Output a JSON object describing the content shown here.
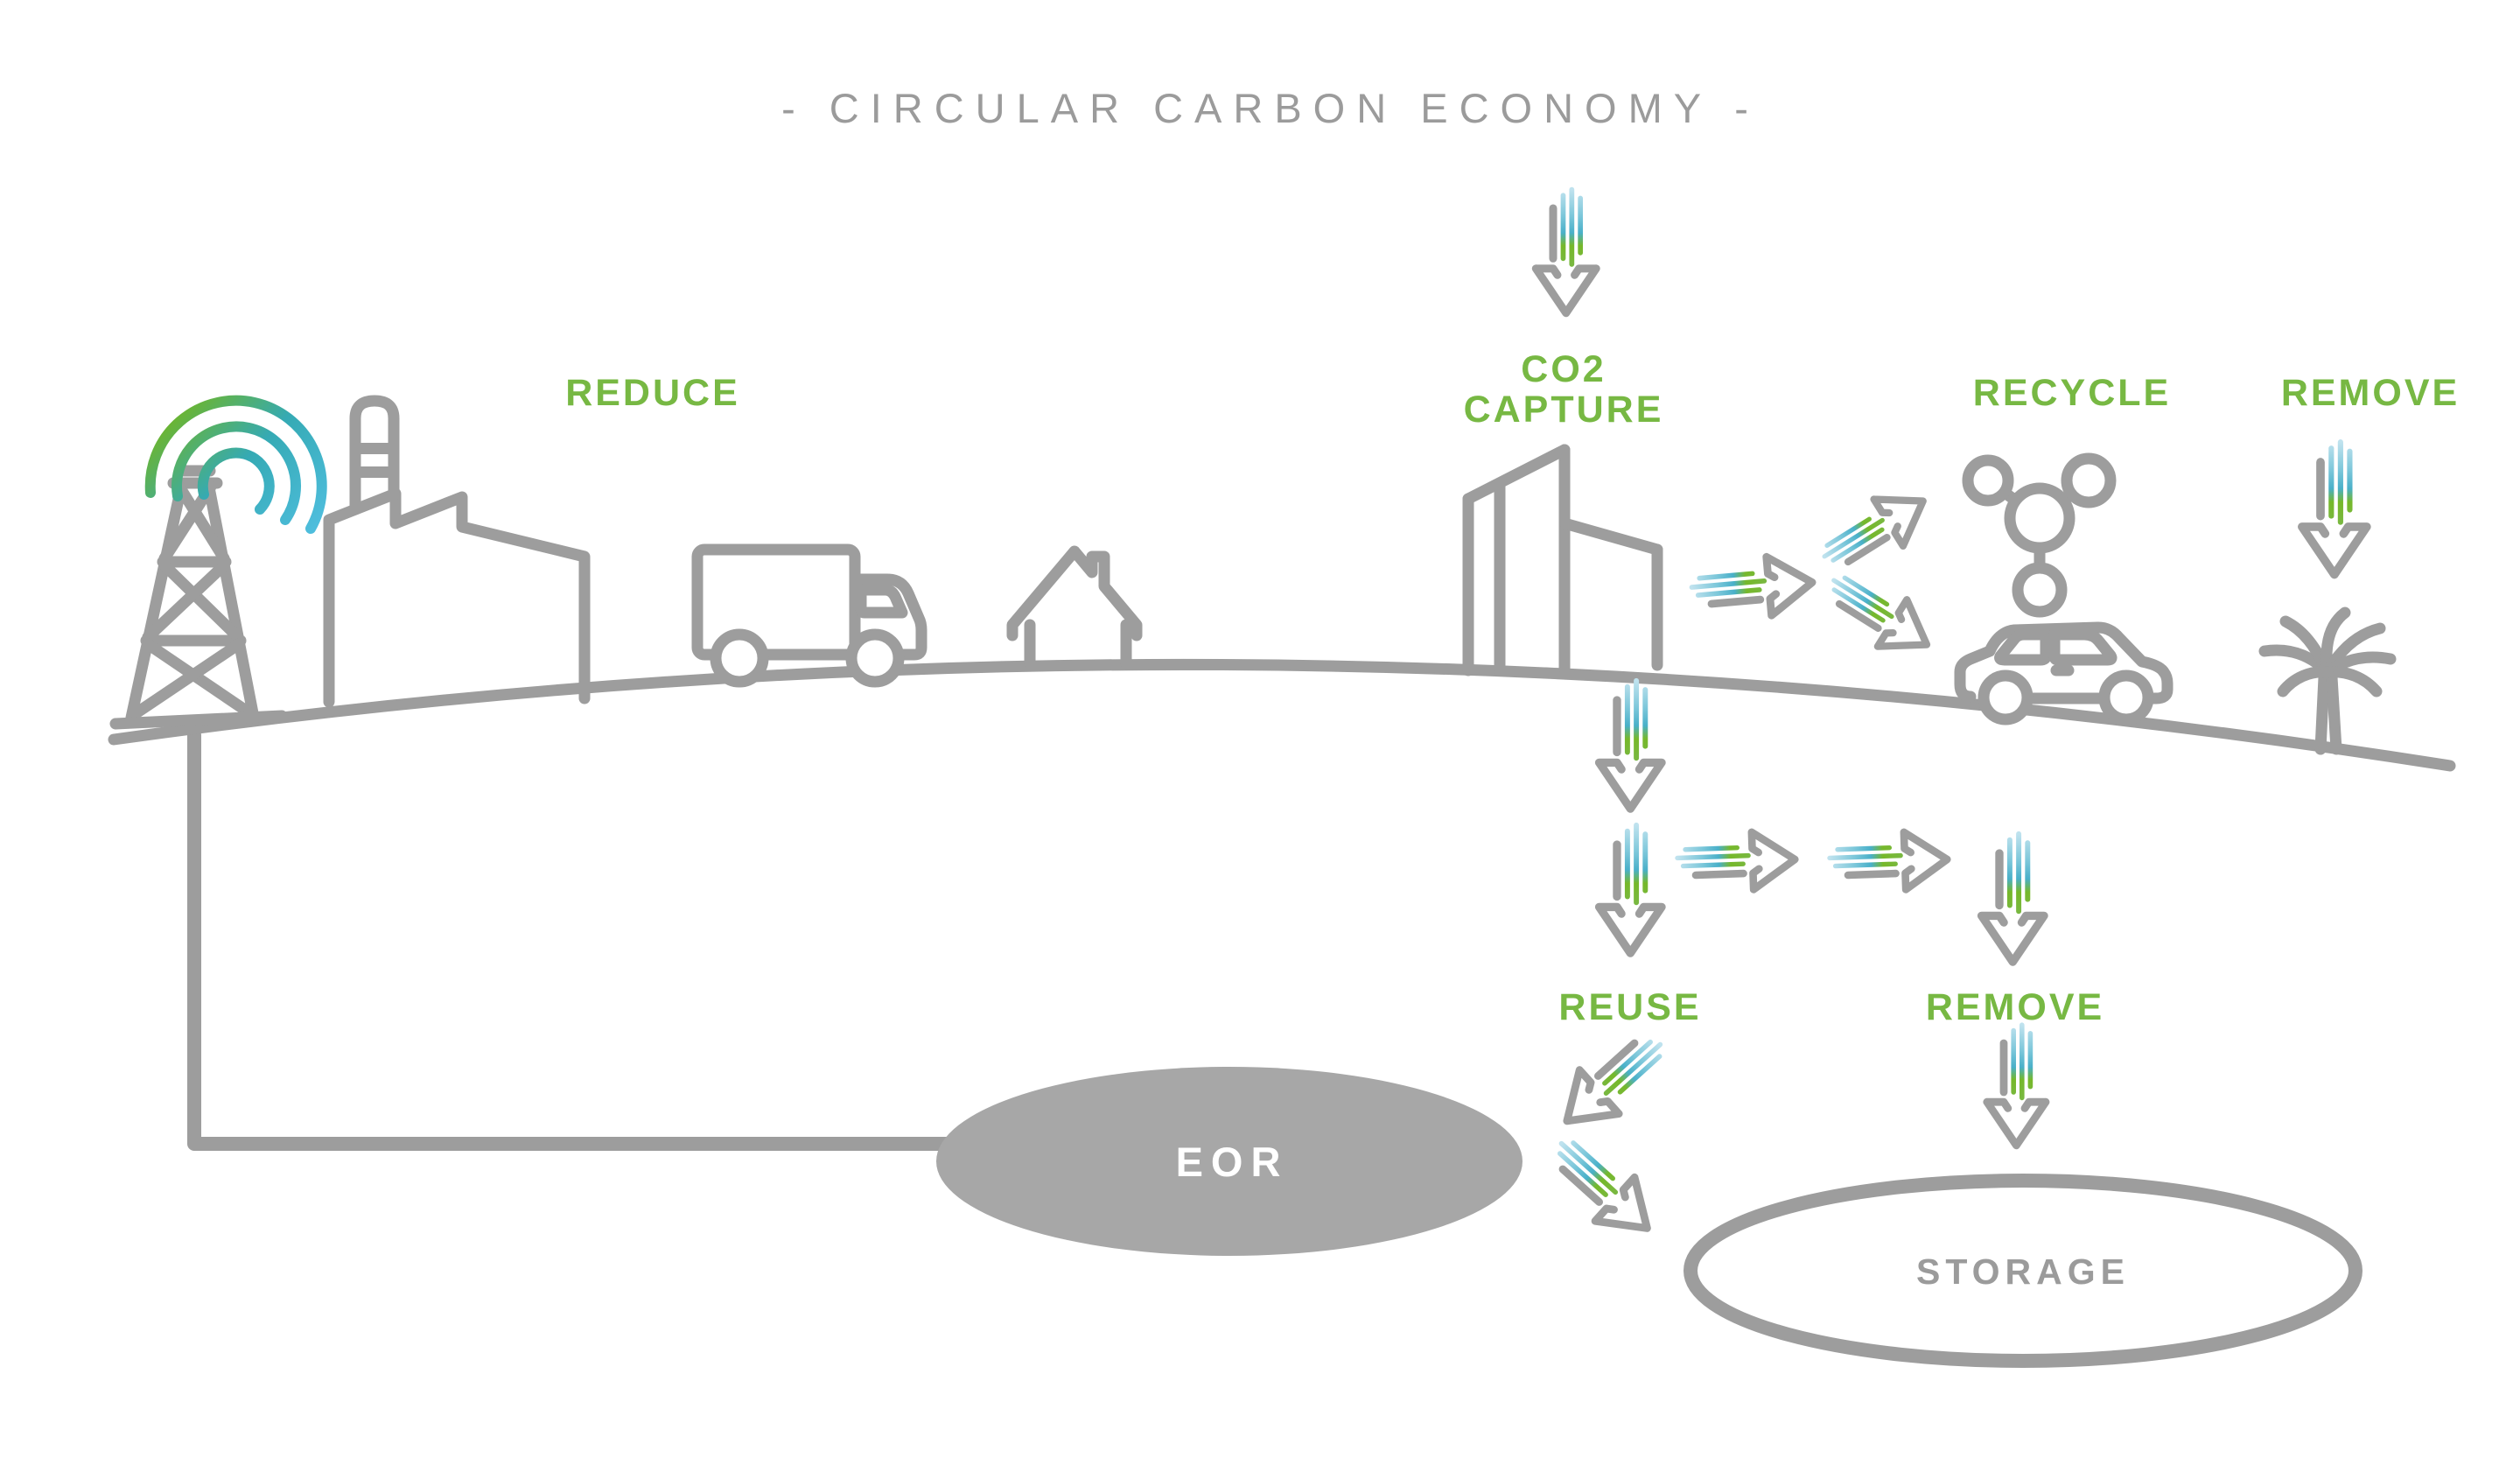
{
  "title": "-  CIRCULAR CARBON ECONOMY  -",
  "labels": {
    "reduce": "REDUCE",
    "co2_line1": "CO2",
    "co2_line2": "CAPTURE",
    "recycle": "RECYCLE",
    "remove_top": "REMOVE",
    "reuse": "REUSE",
    "remove_mid": "REMOVE",
    "eor": "EOR",
    "storage": "STORAGE"
  },
  "colors": {
    "background": "#ffffff",
    "label_green": "#77b843",
    "line_gray": "#9d9d9d",
    "title_gray": "#9b9b9b",
    "eor_fill": "#a7a7a7",
    "eor_text": "#ffffff",
    "streak_tail_blue": "#bfe2ee",
    "streak_mid_teal": "#49b0c9",
    "streak_head_green": "#76b82a",
    "arc_green": "#6db52c",
    "arc_blue": "#4fbede"
  },
  "icons": {
    "oil-derrick-icon": "lattice drilling tower with well pipe",
    "emission-arcs-icon": "three radiating arcs, green fading to blue",
    "factory-icon": "sawtooth-roof plant with striped chimney",
    "truck-icon": "box truck with cab and two wheels",
    "house-icon": "gabled house outline with chimney",
    "capture-plant-icon": "tall slanted capture towers",
    "flow-arrow-icon": "open chevron arrow with blue-to-green motion streaks",
    "molecule-icon": "central atom bonded to three outer atoms",
    "car-icon": "sedan outline with two wheels",
    "palm-tree-icon": "palm tree with radiating fronds",
    "eor-ellipse": "solid gray reservoir ellipse",
    "storage-ellipse": "outlined storage reservoir ellipse"
  }
}
